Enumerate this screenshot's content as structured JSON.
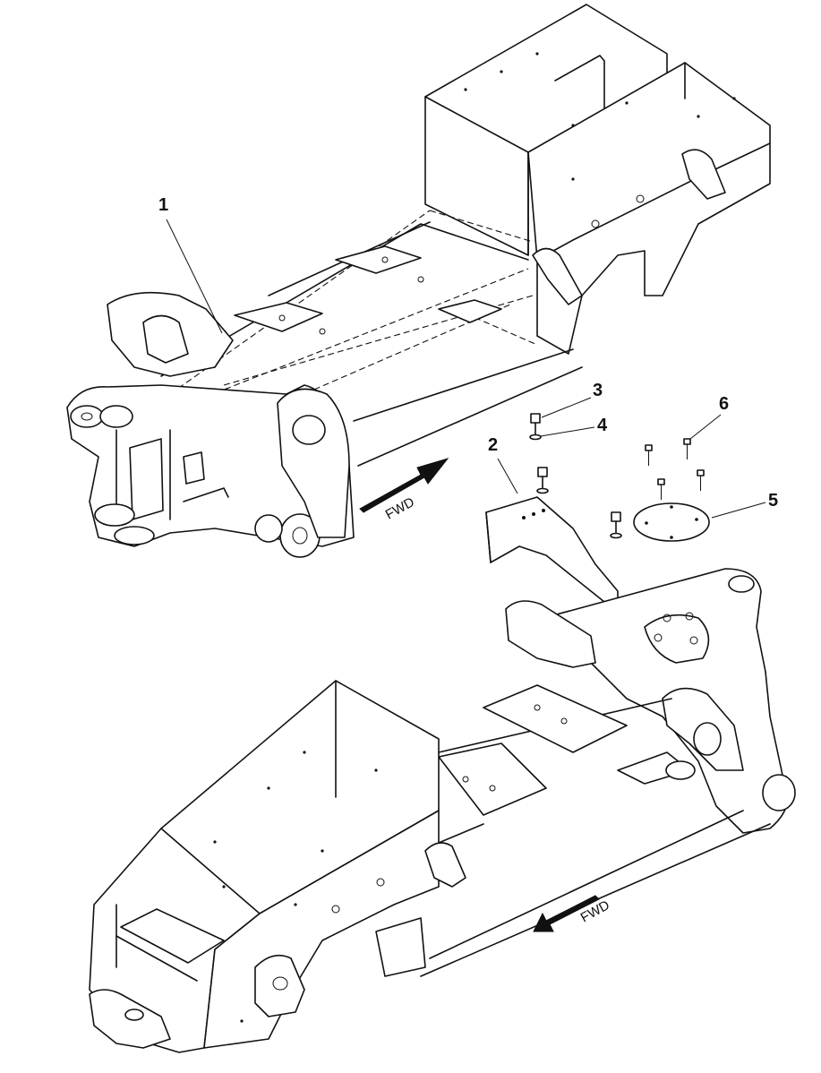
{
  "callouts": [
    {
      "id": "1",
      "label": "1"
    },
    {
      "id": "2",
      "label": "2"
    },
    {
      "id": "3",
      "label": "3"
    },
    {
      "id": "4",
      "label": "4"
    },
    {
      "id": "5",
      "label": "5"
    },
    {
      "id": "6",
      "label": "6"
    }
  ],
  "arrows": {
    "upper_label": "FWD",
    "lower_label": "FWD"
  }
}
